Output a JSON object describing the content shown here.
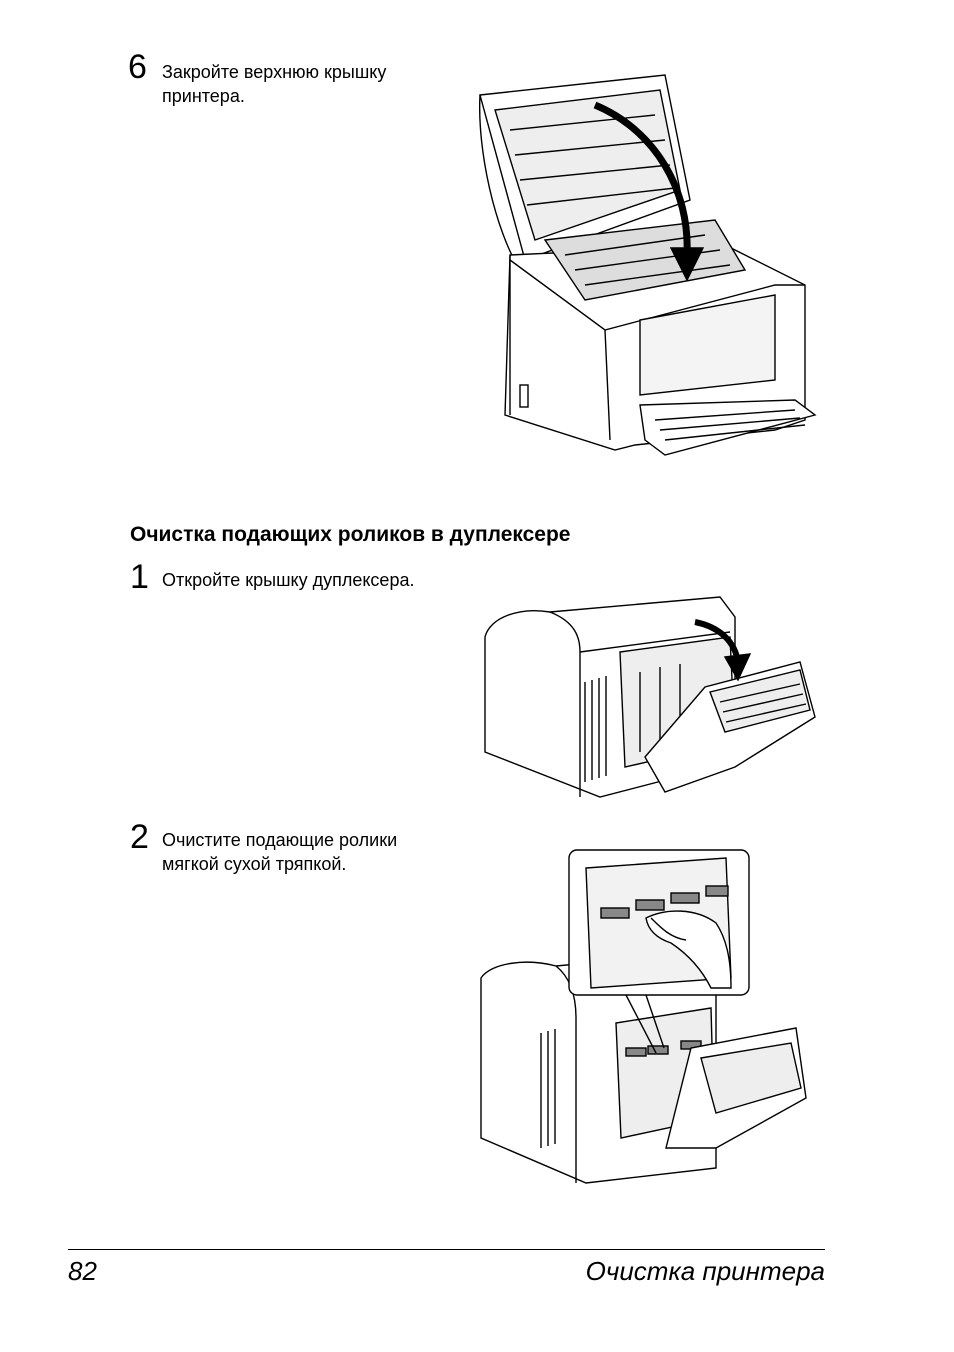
{
  "steps_top": {
    "step6": {
      "number": "6",
      "text": "Закройте верхнюю крышку принтера."
    }
  },
  "section": {
    "heading": "Очистка подающих роликов в дуплексере",
    "step1": {
      "number": "1",
      "text": "Откройте крышку дуплексера."
    },
    "step2": {
      "number": "2",
      "text": "Очистите подающие ролики мягкой сухой тряпкой."
    }
  },
  "footer": {
    "page_number": "82",
    "chapter_title": "Очистка принтера"
  }
}
